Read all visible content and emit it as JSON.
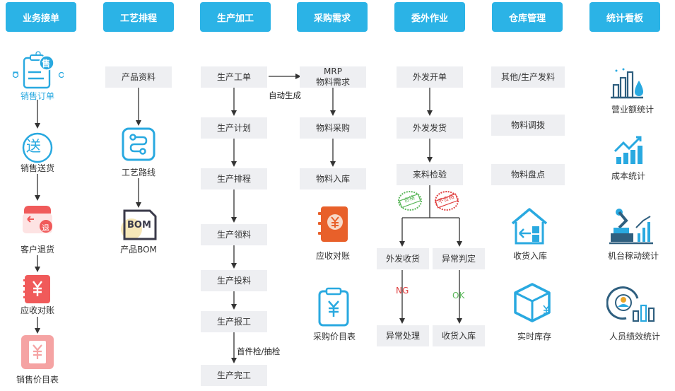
{
  "columns": [
    {
      "title": "业务接单"
    },
    {
      "title": "工艺排程"
    },
    {
      "title": "生产加工"
    },
    {
      "title": "采购需求"
    },
    {
      "title": "委外作业"
    },
    {
      "title": "仓库管理"
    },
    {
      "title": "统计看板"
    }
  ],
  "sales": {
    "order": "销售订单",
    "delivery": "销售送货",
    "return": "客户退货",
    "receivable": "应收对账",
    "price_list": "销售价目表",
    "badge_sell": "售",
    "badge_send": "送",
    "badge_return": "退"
  },
  "process": {
    "product_info": "产品资料",
    "route": "工艺路线",
    "bom": "产品BOM",
    "bom_badge": "BOM"
  },
  "production": {
    "order": "生产工单",
    "plan": "生产计划",
    "schedule": "生产排程",
    "pick": "生产领料",
    "feed": "生产投料",
    "report": "生产报工",
    "finish": "生产完工",
    "auto_generate": "自动生成",
    "inspection": "首件检/抽检"
  },
  "purchase": {
    "mrp_line1": "MRP",
    "mrp_line2": "物料需求",
    "material_purchase": "物料采购",
    "material_inbound": "物料入库",
    "payable": "应收对账",
    "price_list": "采购价目表"
  },
  "outsource": {
    "dispatch": "外发开单",
    "send": "外发发货",
    "incoming_check": "来料检验",
    "receive": "外发收货",
    "abnormal_judge": "异常判定",
    "abnormal_handle": "异常处理",
    "receive_inbound": "收货入库",
    "ng": "NG",
    "ok": "OK",
    "stamp_pass": "合格",
    "stamp_fail": "不合格"
  },
  "warehouse": {
    "other_issue": "其他/生产发料",
    "transfer": "物料调拨",
    "stocktake": "物料盘点",
    "receive_inbound": "收货入库",
    "realtime_stock": "实时库存"
  },
  "stats": {
    "revenue": "营业额统计",
    "cost": "成本统计",
    "machine": "机台稼动统计",
    "staff": "人员绩效统计"
  },
  "colors": {
    "header": "#2bb3e6",
    "box": "#eeeff2",
    "icon_blue": "#29a9e0",
    "icon_red": "#f05a5a",
    "icon_pink": "#f5a3a3",
    "icon_orange": "#e8602a",
    "ng": "#e04040",
    "ok": "#5cb85c",
    "selected": "#29a9e0"
  }
}
